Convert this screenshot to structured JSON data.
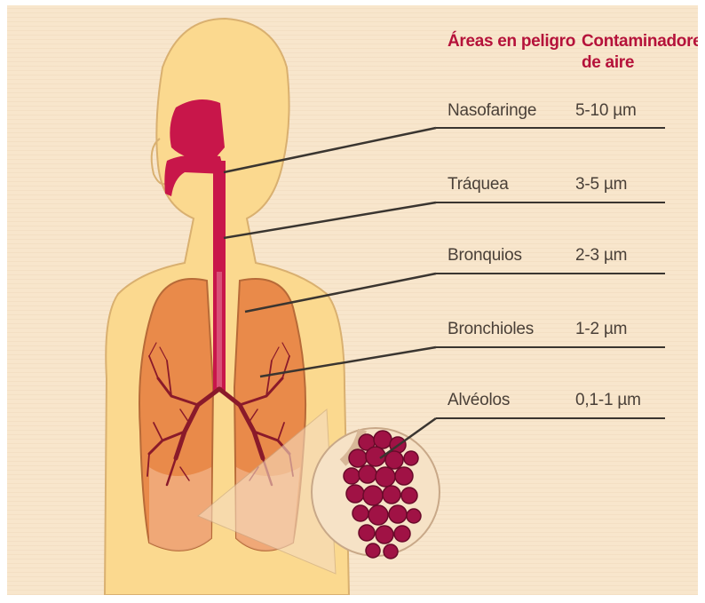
{
  "headers": {
    "areas": "Áreas en peligro",
    "pollutants_line1": "Contaminadores",
    "pollutants_line2": "de aire"
  },
  "rows": [
    {
      "area": "Nasofaringe",
      "size": "5-10 µm"
    },
    {
      "area": "Tráquea",
      "size": "3-5 µm"
    },
    {
      "area": "Bronquios",
      "size": "2-3 µm"
    },
    {
      "area": "Bronchioles",
      "size": "1-2 µm"
    },
    {
      "area": "Alvéolos",
      "size": "0,1-1 µm"
    }
  ],
  "colors": {
    "header": "#b5123a",
    "body": "#fbd98f",
    "airway": "#c8164a",
    "lung": "#e98a4a",
    "alveoli": "#a01245"
  }
}
